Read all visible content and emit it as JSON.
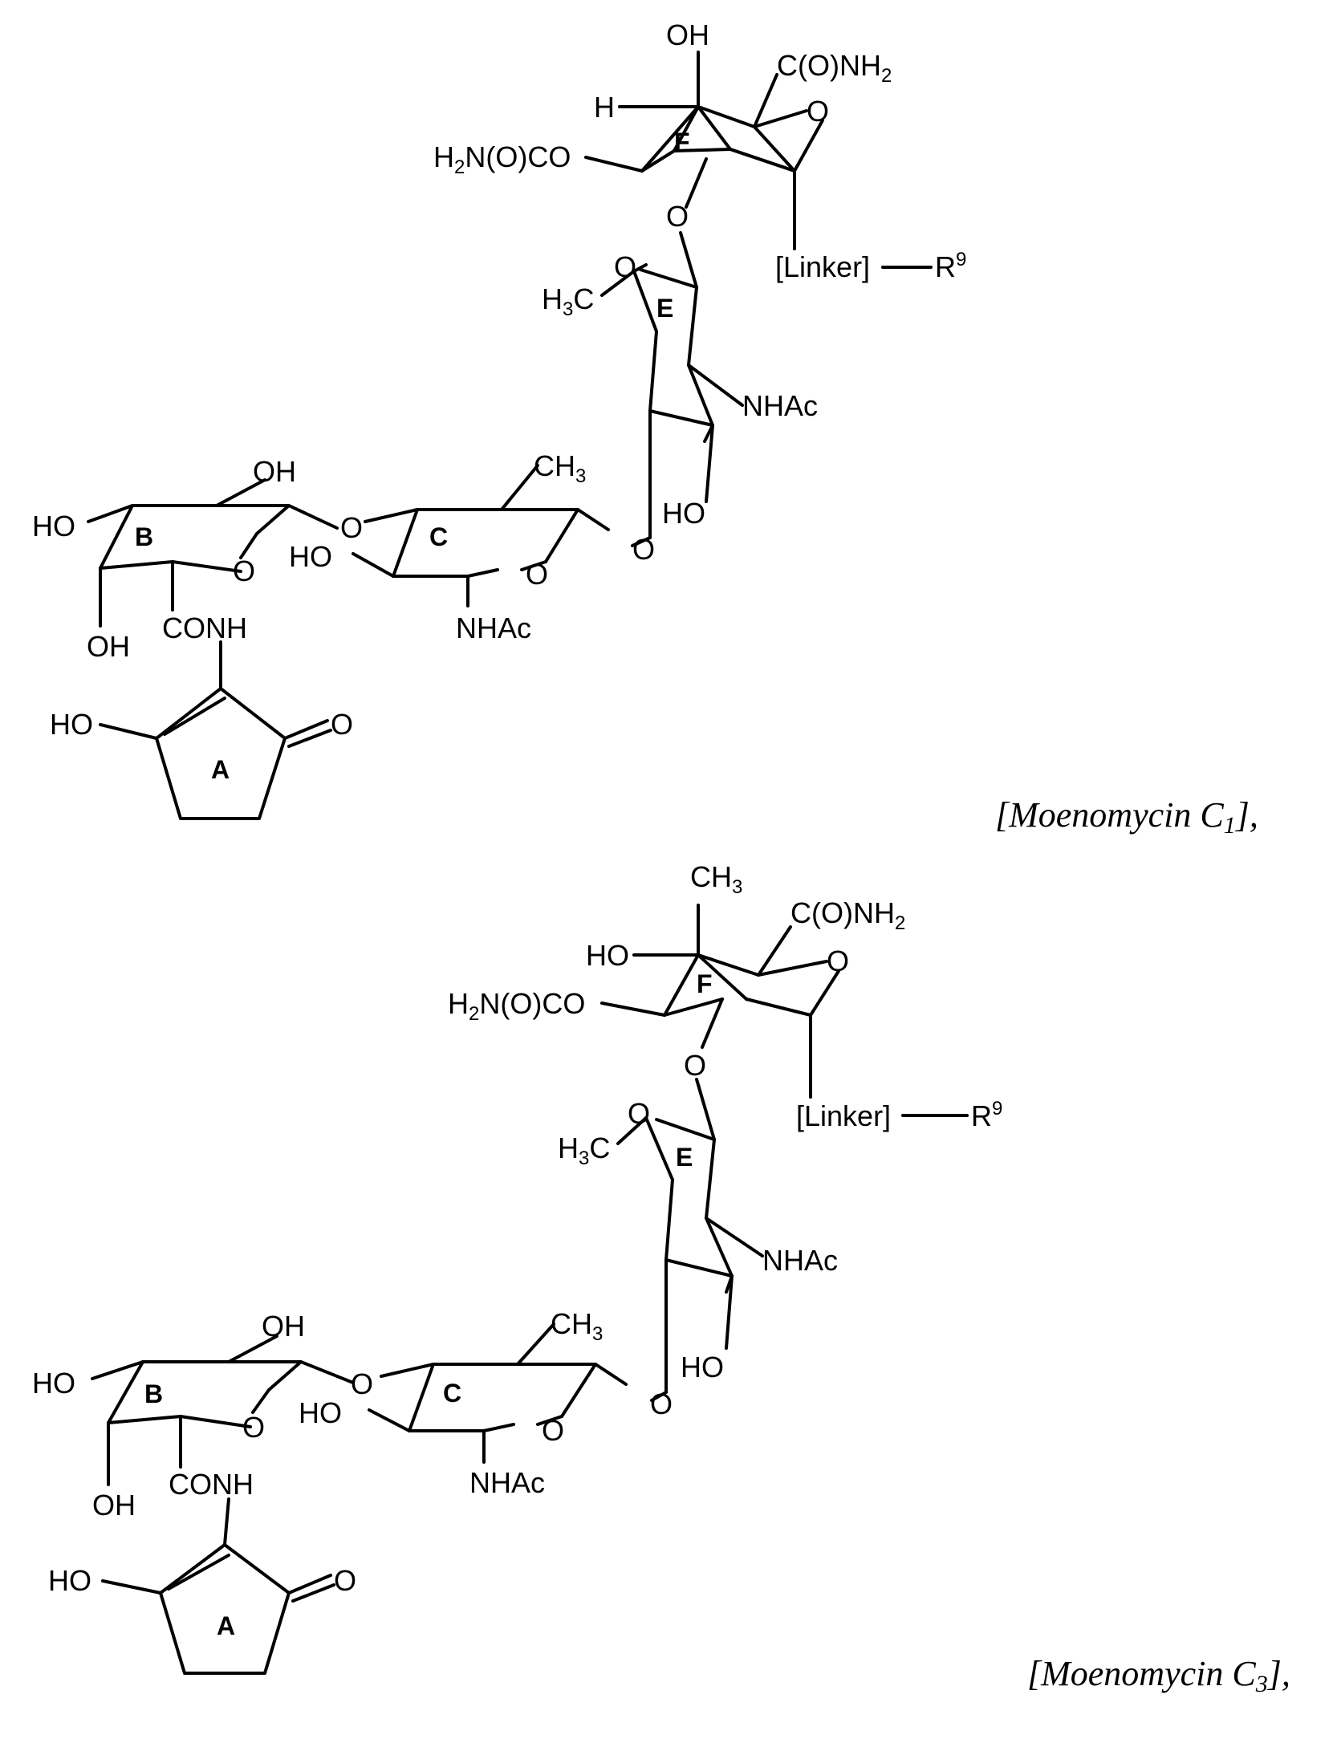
{
  "compounds": [
    {
      "caption": {
        "text": "[Moenomycin C",
        "sub": "1",
        "tail": "],"
      },
      "rings": {
        "A": "A",
        "B": "B",
        "C": "C",
        "E": "E",
        "F": "F"
      },
      "labels": {
        "f_top_oh": "OH",
        "f_h": "H",
        "f_amide_main": "C(O)NH",
        "f_amide_sub": "2",
        "f_ring_o": "O",
        "f_carbamate_pre": "H",
        "f_carbamate_sub": "2",
        "f_carbamate_post": "N(O)CO",
        "f_link_o": "O",
        "linker": "[Linker]",
        "r_main": "R",
        "r_sup": "9",
        "e_ring_o": "O",
        "e_methyl_pre": "H",
        "e_methyl_sub": "3",
        "e_methyl_post": "C",
        "e_nhac": "NHAc",
        "e_oh": "HO",
        "c_methyl_pre": "CH",
        "c_methyl_sub": "3",
        "c_glyco_o": "O",
        "c_ring_o": "O",
        "c_oh": "HO",
        "c_nhac": "NHAc",
        "bc_link_o": "O",
        "b_oh_top": "OH",
        "b_oh_left": "HO",
        "b_ring_o": "O",
        "b_oh_bottom": "OH",
        "b_conh": "CONH",
        "a_oh": "HO",
        "a_ketone_o": "O"
      }
    },
    {
      "caption": {
        "text": "[Moenomycin C",
        "sub": "3",
        "tail": "],"
      },
      "rings": {
        "A": "A",
        "B": "B",
        "C": "C",
        "E": "E",
        "F": "F"
      },
      "labels": {
        "f_methyl_pre": "CH",
        "f_methyl_sub": "3",
        "f_oh": "HO",
        "f_amide_main": "C(O)NH",
        "f_amide_sub": "2",
        "f_ring_o": "O",
        "f_carbamate_pre": "H",
        "f_carbamate_sub": "2",
        "f_carbamate_post": "N(O)CO",
        "f_link_o": "O",
        "linker": "[Linker]",
        "r_main": "R",
        "r_sup": "9",
        "e_ring_o": "O",
        "e_methyl_pre": "H",
        "e_methyl_sub": "3",
        "e_methyl_post": "C",
        "e_nhac": "NHAc",
        "e_oh": "HO",
        "c_methyl_pre": "CH",
        "c_methyl_sub": "3",
        "c_glyco_o": "O",
        "c_ring_o": "O",
        "c_oh": "HO",
        "c_nhac": "NHAc",
        "bc_link_o": "O",
        "b_oh_top": "OH",
        "b_oh_left": "HO",
        "b_ring_o": "O",
        "b_oh_bottom": "OH",
        "b_conh": "CONH",
        "a_oh": "HO",
        "a_ketone_o": "O"
      }
    }
  ]
}
